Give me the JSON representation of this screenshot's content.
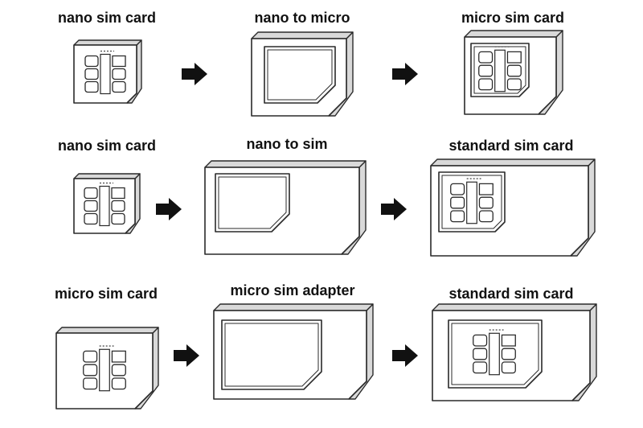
{
  "rows": [
    {
      "labels": [
        "nano sim card",
        "nano to micro",
        "micro sim card"
      ]
    },
    {
      "labels": [
        "nano sim card",
        "nano to sim",
        "standard sim card"
      ]
    },
    {
      "labels": [
        "micro sim card",
        "micro sim adapter",
        "standard sim card"
      ]
    }
  ],
  "colors": {
    "ink": "#111111",
    "line": "#2a2a2a",
    "face": "#ffffff",
    "side": "#d9d9d9"
  },
  "icons": [
    "sim-card-icon",
    "adapter-icon",
    "arrow-right-icon"
  ]
}
